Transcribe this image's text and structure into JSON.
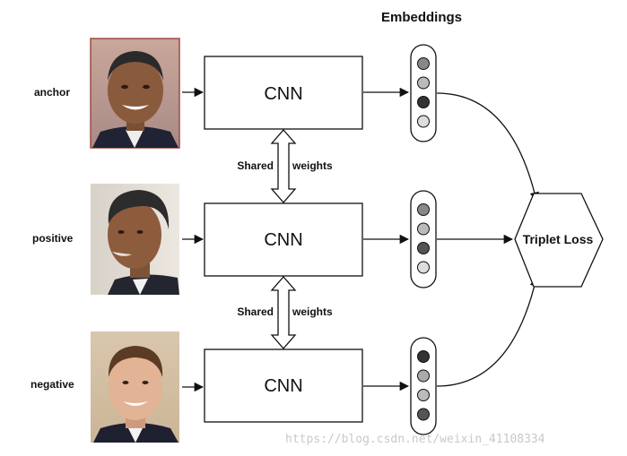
{
  "title": "Embeddings",
  "rows": [
    {
      "label": "anchor",
      "photo": "face-photo-1",
      "network_label": "CNN",
      "embedding": [
        "#888888",
        "#bbbbbb",
        "#333333",
        "#dddddd"
      ]
    },
    {
      "label": "positive",
      "photo": "face-photo-1",
      "network_label": "CNN",
      "embedding": [
        "#888888",
        "#bbbbbb",
        "#555555",
        "#dddddd"
      ]
    },
    {
      "label": "negative",
      "photo": "face-photo-2",
      "network_label": "CNN",
      "embedding": [
        "#333333",
        "#aaaaaa",
        "#bbbbbb",
        "#555555"
      ]
    }
  ],
  "shared": [
    {
      "left": "Shared",
      "right": "weights"
    },
    {
      "left": "Shared",
      "right": "weights"
    }
  ],
  "loss_label": "Triplet Loss",
  "watermark": "https://blog.csdn.net/weixin_41108334"
}
